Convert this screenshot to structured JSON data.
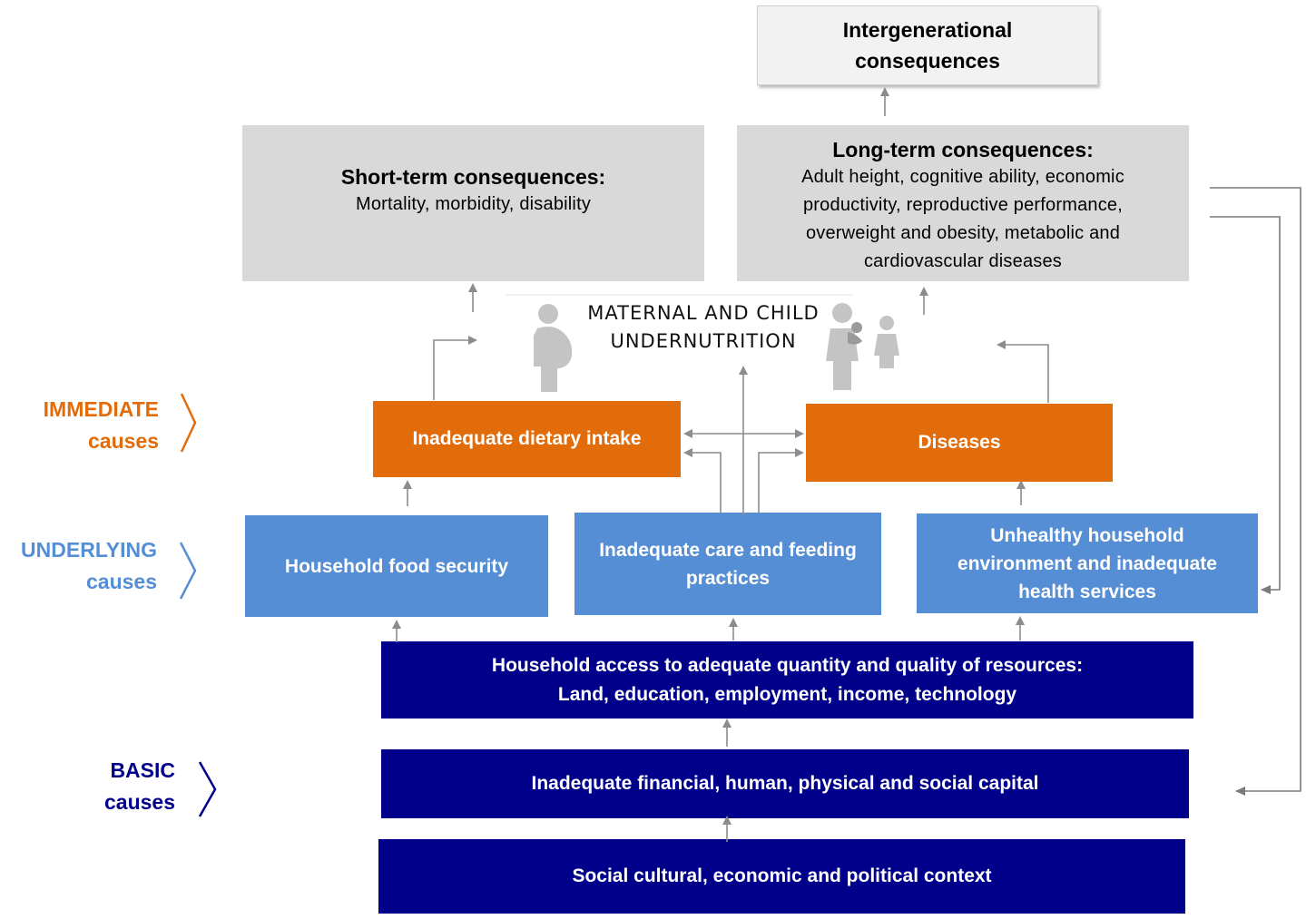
{
  "top": {
    "intergenerational": [
      "Intergenerational",
      "consequences"
    ]
  },
  "consequences": {
    "short_title": "Short-term consequences:",
    "short_body": "Mortality, morbidity, disability",
    "long_title": "Long-term consequences:",
    "long_body": [
      "Adult height, cognitive ability, economic",
      "productivity, reproductive performance,",
      "overweight and obesity, metabolic and",
      "cardiovascular diseases"
    ]
  },
  "center": {
    "lines": [
      "MATERNAL AND CHILD",
      "UNDERNUTRITION"
    ]
  },
  "levels": {
    "immediate": {
      "word": "IMMEDIATE",
      "sub": "causes",
      "color": "#e36c0a"
    },
    "underlying": {
      "word": "UNDERLYING",
      "sub": "causes",
      "color": "#558ed5"
    },
    "basic": {
      "word": "BASIC",
      "sub": "causes",
      "color": "#00008b"
    }
  },
  "immediate": {
    "dietary": "Inadequate dietary intake",
    "diseases": "Diseases"
  },
  "underlying": {
    "food_security": "Household food security",
    "care": [
      "Inadequate care and feeding",
      "practices"
    ],
    "environment": [
      "Unhealthy household",
      "environment and inadequate",
      "health services"
    ]
  },
  "basic": {
    "access": [
      "Household access to adequate quantity and quality of resources:",
      "Land, education, employment, income, technology"
    ],
    "capital": "Inadequate financial, human, physical and social capital",
    "context": "Social cultural, economic and political context"
  },
  "colors": {
    "orange": "#e36c0a",
    "light_blue": "#558ed5",
    "navy": "#00008b",
    "grey_box": "#d9d9d9",
    "arrow": "#8c8c8c"
  },
  "icons": [
    "pregnant-woman-icon",
    "mother-holding-baby-icon",
    "child-icon"
  ]
}
